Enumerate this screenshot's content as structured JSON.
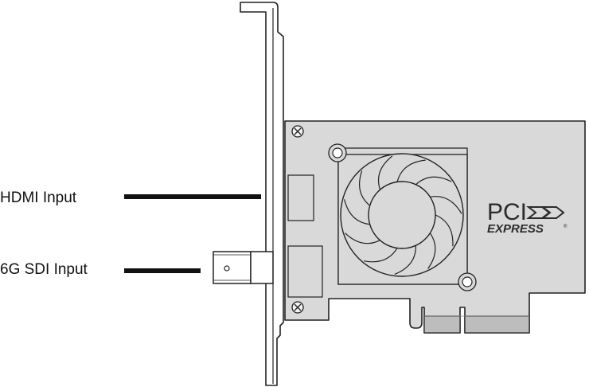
{
  "labels": {
    "hdmi": "HDMI Input",
    "sdi": "6G SDI Input"
  },
  "logo": {
    "pci": "PCI",
    "express": "EXPRESS",
    "registered": "®"
  },
  "colors": {
    "card_fill": "#d9d9d9",
    "outline": "#222222",
    "leader_line": "#111111",
    "connector_fill": "#ffffff"
  },
  "icons": [
    "screw-icon",
    "fan-icon",
    "pci-express-logo-icon"
  ]
}
